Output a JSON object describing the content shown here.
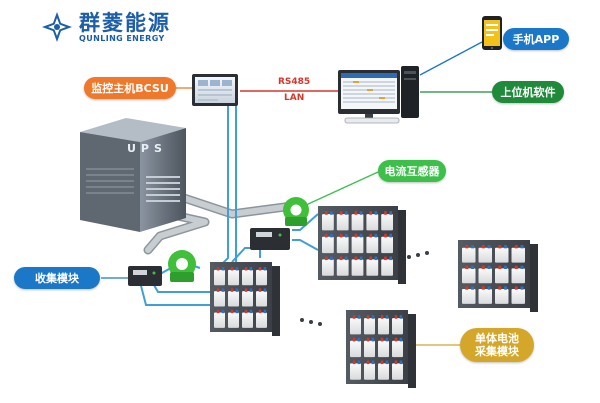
{
  "brand": {
    "name_cn": "群菱能源",
    "name_en": "QUNLING ENERGY",
    "color": "#1d5ea8"
  },
  "labels": {
    "bcsu": "监控主机BCSU",
    "app": "手机APP",
    "host_software": "上位机软件",
    "current_sensor": "电流互感器",
    "collector": "收集模块",
    "cell_module_line1": "单体电池",
    "cell_module_line2": "采集模块"
  },
  "connection": {
    "protocol": "RS485",
    "network": "LAN"
  },
  "equipment": {
    "ups_label": "UPS"
  },
  "colors": {
    "orange": "#f0782a",
    "green": "#1f8a3a",
    "bright_green": "#3cc04a",
    "blue": "#1b78c8",
    "gold": "#d4a62a",
    "red_line": "#d9352a",
    "cyan_wire": "#3fa0d8",
    "grey_pipe": "#a9b0b8"
  }
}
